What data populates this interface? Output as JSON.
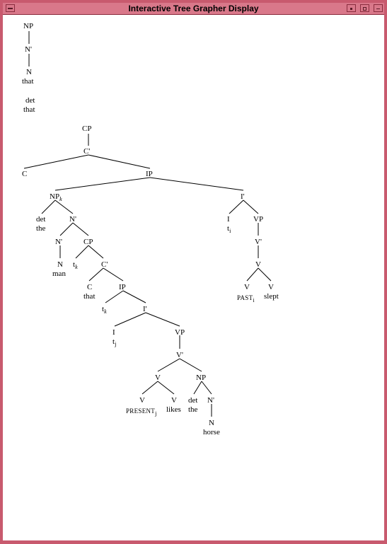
{
  "window": {
    "title": "Interactive Tree Grapher Display"
  },
  "colors": {
    "frame": "#c85a6e",
    "titlebar": "#d9788a",
    "edge": "#000000"
  },
  "tree1": {
    "np": "NP",
    "nbar": "N'",
    "n": "N",
    "word": "that"
  },
  "tree2": {
    "cat": "det",
    "word": "that"
  },
  "tree3": {
    "cp": "CP",
    "cbar": "C'",
    "c": "C",
    "ip": "IP",
    "np": "NP",
    "np_sub": "k",
    "ibar": "I'",
    "det": "det",
    "the": "the",
    "nbar": "N'",
    "i": "I",
    "t": "t",
    "t_sub_i": "i",
    "vp": "VP",
    "nbar2": "N'",
    "cp2": "CP",
    "vbar": "V'",
    "n": "N",
    "man": "man",
    "t_k": "t",
    "t_k_sub": "k",
    "cbar2": "C'",
    "v": "V",
    "v_past": "V",
    "v_slept": "V",
    "past": "PAST",
    "past_sub": "i",
    "slept": "slept",
    "c2": "C",
    "that": "that",
    "ip2": "IP",
    "t_k2": "t",
    "t_k2_sub": "k",
    "ibar2": "I'",
    "i2": "I",
    "t_j": "t",
    "t_j_sub": "j",
    "vp2": "VP",
    "vbar2": "V'",
    "v2": "V",
    "np2": "NP",
    "v_present": "V",
    "v_likes": "V",
    "det2": "det",
    "nbar3": "N'",
    "present": "PRESENT",
    "present_sub": "j",
    "likes": "likes",
    "the2": "the",
    "n2": "N",
    "horse": "horse"
  }
}
